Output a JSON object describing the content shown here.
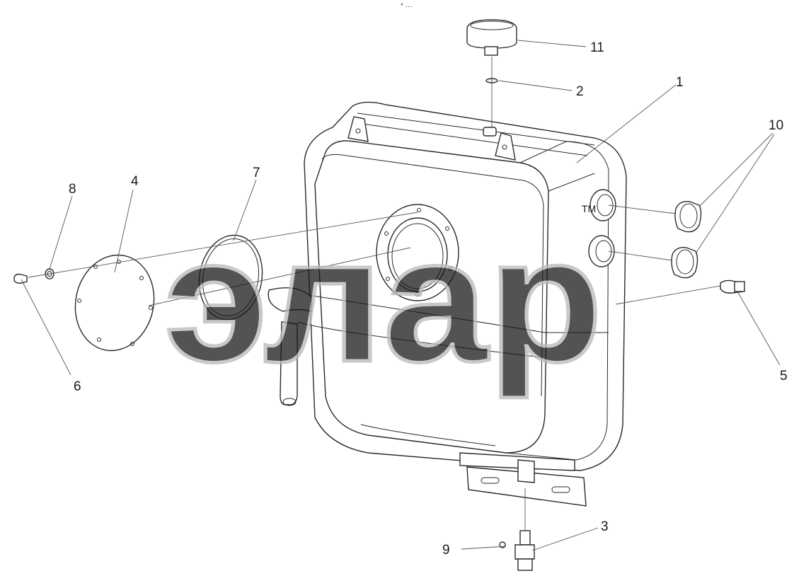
{
  "top_marker": "° ···",
  "watermark": {
    "text": "элар",
    "tm": "TM"
  },
  "callouts": [
    "1",
    "2",
    "3",
    "4",
    "5",
    "6",
    "7",
    "8",
    "9",
    "10",
    "11"
  ],
  "colors": {
    "line": "#2a2a2a",
    "leader": "#555555",
    "watermark": "#b8b8b8"
  }
}
